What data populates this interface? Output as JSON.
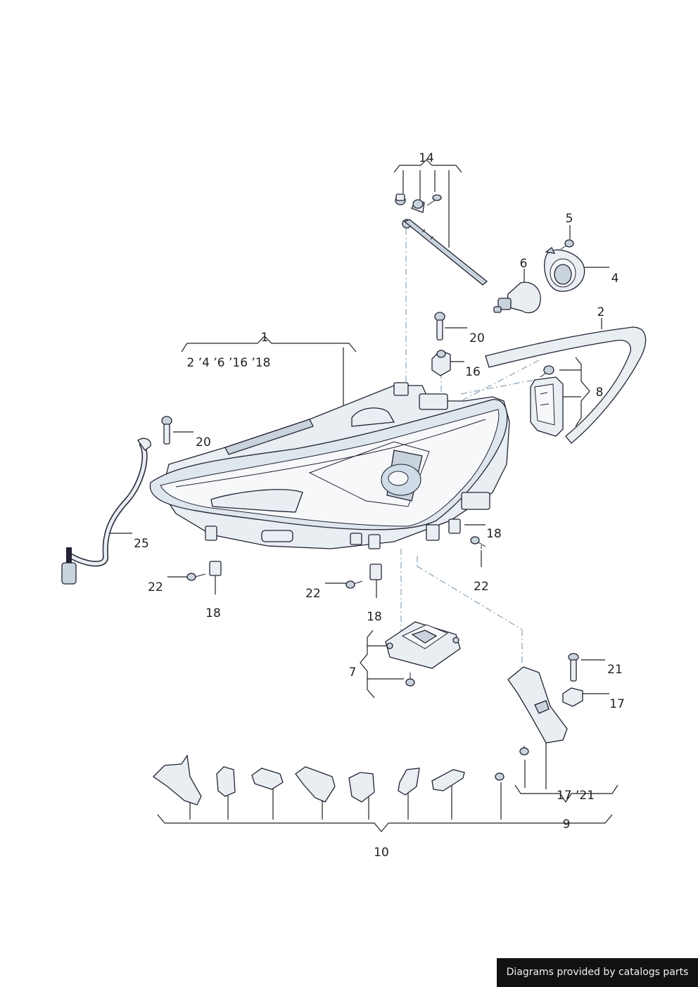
{
  "labels": {
    "l1": "1",
    "l1_sub": "2 ’4 ’6 ’16 ’18",
    "l2": "2",
    "l4": "4",
    "l5": "5",
    "l6": "6",
    "l7": "7",
    "l8": "8",
    "l9": "9",
    "l10": "10",
    "l14": "14",
    "l16": "16",
    "l17": "17",
    "l17_21": "17 ’21",
    "l18_right": "18",
    "l18_left": "18",
    "l18_mid": "18",
    "l20_top": "20",
    "l20_left": "20",
    "l21": "21",
    "l22_left": "22",
    "l22_mid": "22",
    "l22_right": "22",
    "l25": "25"
  },
  "footer": {
    "credit": "Diagrams provided by catalogs parts"
  }
}
